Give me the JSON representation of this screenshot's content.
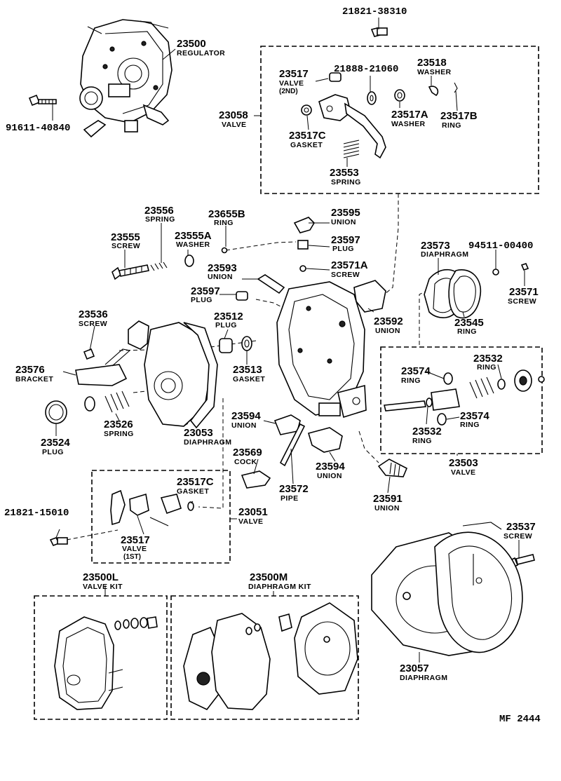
{
  "labels": {
    "p21821_38310": {
      "num": "21821-38310"
    },
    "p23500": {
      "num": "23500",
      "name": "REGULATOR"
    },
    "p91611": {
      "num": "91611-40840"
    },
    "p23058": {
      "num": "23058",
      "name": "VALVE"
    },
    "p23517v": {
      "num": "23517",
      "name": "VALVE",
      "name2": "(2ND)"
    },
    "p21888": {
      "num": "21888-21060"
    },
    "p23518": {
      "num": "23518",
      "name": "WASHER"
    },
    "p23517a": {
      "num": "23517A",
      "name": "WASHER"
    },
    "p23517b": {
      "num": "23517B",
      "name": "RING"
    },
    "p23517c_top": {
      "num": "23517C",
      "name": "GASKET"
    },
    "p23553": {
      "num": "23553",
      "name": "SPRING"
    },
    "p23556": {
      "num": "23556",
      "name": "SPRING"
    },
    "p23655b": {
      "num": "23655B",
      "name": "RING"
    },
    "p23595": {
      "num": "23595",
      "name": "UNION"
    },
    "p23555": {
      "num": "23555",
      "name": "SCREW"
    },
    "p23555a": {
      "num": "23555A",
      "name": "WASHER"
    },
    "p23597_top": {
      "num": "23597",
      "name": "PLUG"
    },
    "p23593": {
      "num": "23593",
      "name": "UNION"
    },
    "p23571a": {
      "num": "23571A",
      "name": "SCREW"
    },
    "p23573": {
      "num": "23573",
      "name": "DIAPHRAGM"
    },
    "p94511": {
      "num": "94511-00400"
    },
    "p23571": {
      "num": "23571",
      "name": "SCREW"
    },
    "p23597_left": {
      "num": "23597",
      "name": "PLUG"
    },
    "p23592": {
      "num": "23592",
      "name": "UNION"
    },
    "p23545": {
      "num": "23545",
      "name": "RING"
    },
    "p23536": {
      "num": "23536",
      "name": "SCREW"
    },
    "p23512": {
      "num": "23512",
      "name": "PLUG"
    },
    "p23532_top": {
      "num": "23532",
      "name": "RING"
    },
    "p23574_top": {
      "num": "23574",
      "name": "RING"
    },
    "p23576": {
      "num": "23576",
      "name": "BRACKET"
    },
    "p23513": {
      "num": "23513",
      "name": "GASKET"
    },
    "p23574_bot": {
      "num": "23574",
      "name": "RING"
    },
    "p23532_bot": {
      "num": "23532",
      "name": "RING"
    },
    "p23526": {
      "num": "23526",
      "name": "SPRING"
    },
    "p23594_l": {
      "num": "23594",
      "name": "UNION"
    },
    "p23524": {
      "num": "23524",
      "name": "PLUG"
    },
    "p23053": {
      "num": "23053",
      "name": "DIAPHRAGM"
    },
    "p23569": {
      "num": "23569",
      "name": "COCK"
    },
    "p23594_r": {
      "num": "23594",
      "name": "UNION"
    },
    "p23503": {
      "num": "23503",
      "name": "VALVE"
    },
    "p23517c_bot": {
      "num": "23517C",
      "name": "GASKET"
    },
    "p23572": {
      "num": "23572",
      "name": "PIPE"
    },
    "p23591": {
      "num": "23591",
      "name": "UNION"
    },
    "p21821_15010": {
      "num": "21821-15010"
    },
    "p23051": {
      "num": "23051",
      "name": "VALVE"
    },
    "p23517_1st": {
      "num": "23517",
      "name": "VALVE",
      "name2": "(1ST)"
    },
    "p23537": {
      "num": "23537",
      "name": "SCREW"
    },
    "p23500l": {
      "num": "23500L",
      "name": "VALVE KIT"
    },
    "p23500m": {
      "num": "23500M",
      "name": "DIAPHRAGM KIT"
    },
    "p23057": {
      "num": "23057",
      "name": "DIAPHRAGM"
    }
  },
  "figure_code": "MF  2444"
}
